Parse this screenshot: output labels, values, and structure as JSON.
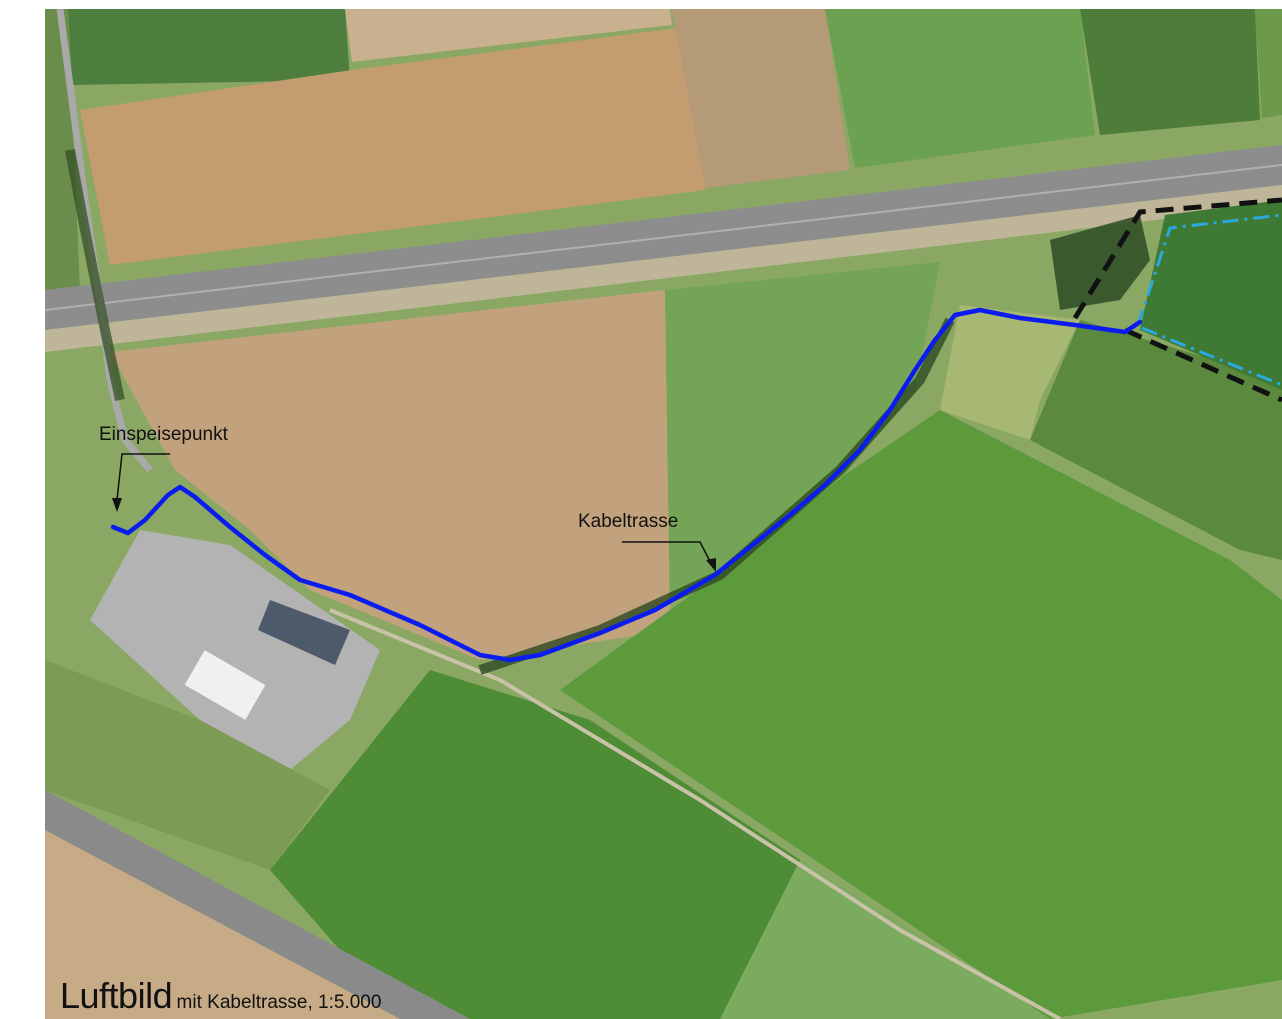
{
  "map": {
    "title": "Luftbild",
    "subtitle": "mit Kabeltrasse, 1:5.000",
    "colors": {
      "cable_route": "#0a1cf0",
      "boundary_black": "#111111",
      "boundary_blue": "#2aa9e0",
      "field_green": "#5f9a3c",
      "field_brown": "#c39c70",
      "road": "#8b8b8b"
    }
  },
  "labels": {
    "feed_point": "Einspeisepunkt",
    "cable_route": "Kabeltrasse"
  }
}
